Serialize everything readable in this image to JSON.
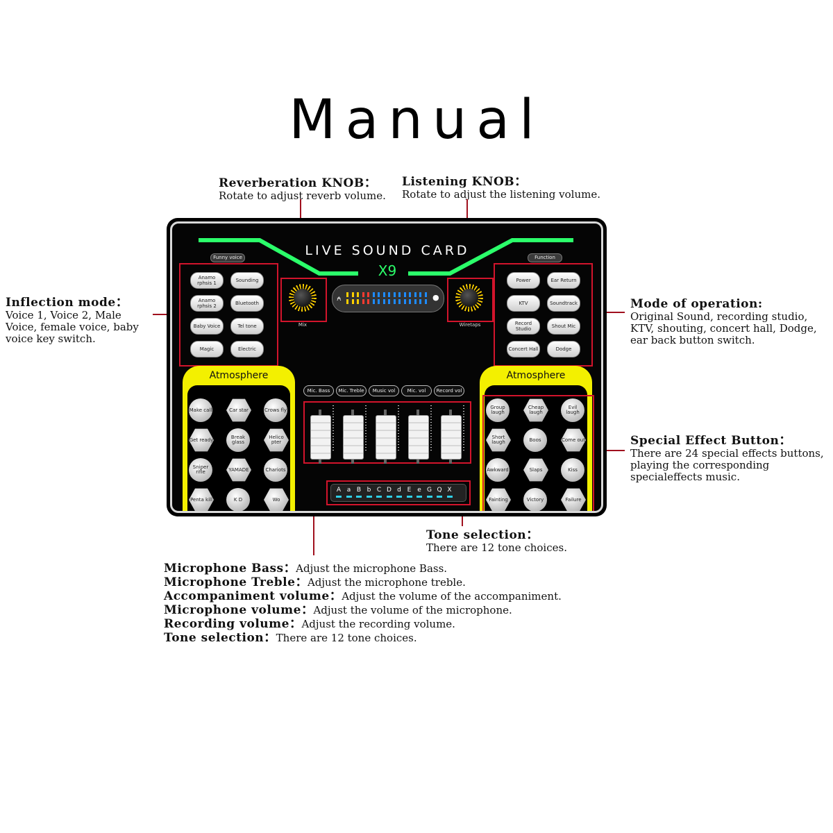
{
  "title": "Manual",
  "callouts": {
    "reverb": {
      "heading": "Reverberation KNOB：",
      "text": "Rotate to adjust reverb volume."
    },
    "listening": {
      "heading": "Listening KNOB：",
      "text": "Rotate to adjust the listening volume."
    },
    "inflection": {
      "heading": "Inflection mode：",
      "text": "Voice 1, Voice 2, Male Voice, female voice, baby voice key switch."
    },
    "operation": {
      "heading": "Mode of operation:",
      "text": "Original Sound, recording studio, KTV, shouting, concert hall, Dodge, ear back button switch."
    },
    "special": {
      "heading": "Special Effect Button：",
      "text": "There are 24 special effects buttons, playing the corresponding specialeffects music."
    },
    "tone": {
      "heading": "Tone selection：",
      "text": "There are 12 tone choices."
    }
  },
  "device": {
    "title": "LIVE SOUND CARD",
    "model": "X9",
    "funny_voice_label": "Funny voice",
    "function_label": "Function",
    "mix_label": "Mix",
    "wiretaps_label": "Wiretaps",
    "funny_buttons": [
      "Anamo rphsis 1",
      "Sounding",
      "Anamo rphsis 2",
      "Bluetooth",
      "Baby Voice",
      "Tel tone",
      "Magic",
      "Electric"
    ],
    "function_buttons": [
      "Power",
      "Ear Return",
      "KTV",
      "Soundtrack",
      "Record Studio",
      "Shout Mic",
      "Concert Hall",
      "Dodge"
    ],
    "atmosphere_label": "Atmosphere",
    "left_effects": [
      "Make call",
      "Car star",
      "Crows fly",
      "Get ready",
      "Break glass",
      "Helico pter",
      "Sniper rifle",
      "YAMADE",
      "Chariots",
      "Penta kill",
      "K D",
      "Wo"
    ],
    "right_effects": [
      "Group laugh",
      "Cheap laugh",
      "Evil laugh",
      "Short laugh",
      "Boos",
      "Come out",
      "Awkward",
      "Slaps",
      "Kiss",
      "Fainting",
      "Victory",
      "Failure"
    ],
    "fader_labels": [
      "Mic. Bass",
      "Mic. Treble",
      "Music vol",
      "Mic. vol",
      "Record vol"
    ],
    "tones": [
      "A",
      "a",
      "B",
      "b",
      "C",
      "D",
      "d",
      "E",
      "e",
      "G",
      "Q",
      "X"
    ]
  },
  "descriptions": [
    {
      "term": "Microphone Bass：",
      "text": "Adjust the microphone Bass."
    },
    {
      "term": "Microphone Treble：",
      "text": "Adjust the microphone treble."
    },
    {
      "term": "Accompaniment volume：",
      "text": "Adjust the volume of the accompaniment."
    },
    {
      "term": "Microphone volume：",
      "text": "Adjust the volume of the microphone."
    },
    {
      "term": "Recording volume：",
      "text": "Adjust the recording volume."
    },
    {
      "term": "Tone selection：",
      "text": "There are 12 tone choices."
    }
  ],
  "colors": {
    "accent_green": "#2bff6a",
    "callout_red": "#d3142c",
    "atmosphere_yellow": "#f3f000",
    "tone_cyan": "#2ed0e8"
  }
}
